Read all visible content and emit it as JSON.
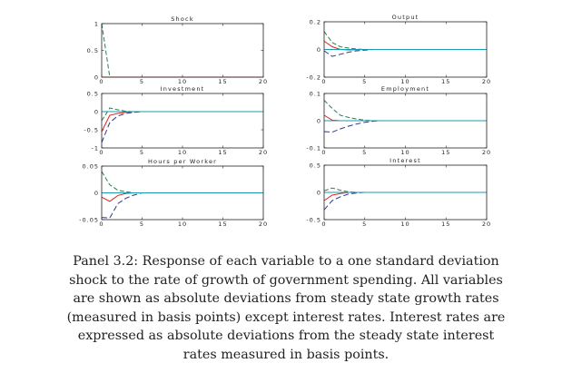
{
  "chart_data": [
    {
      "type": "line",
      "title": "Shock",
      "x_range": [
        0,
        20
      ],
      "xticks": [
        0,
        5,
        10,
        15,
        20
      ],
      "ylim": [
        0,
        1
      ],
      "yticks": [
        "0",
        "0.5",
        "1"
      ],
      "series": [
        {
          "name": "green",
          "color": "#2e7d4f",
          "values": [
            1,
            0,
            0,
            0,
            0,
            0,
            0,
            0,
            0,
            0,
            0,
            0,
            0,
            0,
            0,
            0,
            0,
            0,
            0,
            0,
            0
          ]
        },
        {
          "name": "red",
          "color": "#e02020",
          "values": [
            0,
            0,
            0,
            0,
            0,
            0,
            0,
            0,
            0,
            0,
            0,
            0,
            0,
            0,
            0,
            0,
            0,
            0,
            0,
            0,
            0
          ]
        }
      ]
    },
    {
      "type": "line",
      "title": "Output",
      "x_range": [
        0,
        20
      ],
      "xticks": [
        0,
        5,
        10,
        15,
        20
      ],
      "ylim": [
        -0.2,
        0.2
      ],
      "yticks": [
        "-0.2",
        "0",
        "0.2"
      ],
      "series": [
        {
          "name": "green",
          "color": "#2e7d4f",
          "values": [
            0.13,
            0.05,
            0.02,
            0.01,
            0.003,
            0,
            0,
            0,
            0,
            0,
            0,
            0,
            0,
            0,
            0,
            0,
            0,
            0,
            0,
            0,
            0
          ]
        },
        {
          "name": "red",
          "color": "#e02020",
          "values": [
            0.06,
            0.02,
            0,
            -0.003,
            -0.002,
            0,
            0,
            0,
            0,
            0,
            0,
            0,
            0,
            0,
            0,
            0,
            0,
            0,
            0,
            0,
            0
          ]
        },
        {
          "name": "blue",
          "color": "#2a3a8a",
          "values": [
            -0.01,
            -0.05,
            -0.035,
            -0.02,
            -0.01,
            -0.005,
            0,
            0,
            0,
            0,
            0,
            0,
            0,
            0,
            0,
            0,
            0,
            0,
            0,
            0,
            0
          ]
        },
        {
          "name": "cyan",
          "color": "#1a9bb0",
          "values": [
            0,
            0,
            0,
            0,
            0,
            0,
            0,
            0,
            0,
            0,
            0,
            0,
            0,
            0,
            0,
            0,
            0,
            0,
            0,
            0,
            0
          ]
        }
      ]
    },
    {
      "type": "line",
      "title": "Investment",
      "x_range": [
        0,
        20
      ],
      "xticks": [
        0,
        5,
        10,
        15,
        20
      ],
      "ylim": [
        -1,
        0.5
      ],
      "yticks": [
        "-1",
        "-0.5",
        "0",
        "0.5"
      ],
      "series": [
        {
          "name": "green",
          "color": "#2e7d4f",
          "values": [
            -0.25,
            0.1,
            0.05,
            0.01,
            0,
            0,
            0,
            0,
            0,
            0,
            0,
            0,
            0,
            0,
            0,
            0,
            0,
            0,
            0,
            0,
            0
          ]
        },
        {
          "name": "red",
          "color": "#e02020",
          "values": [
            -0.55,
            -0.1,
            -0.05,
            -0.02,
            0,
            0,
            0,
            0,
            0,
            0,
            0,
            0,
            0,
            0,
            0,
            0,
            0,
            0,
            0,
            0,
            0
          ]
        },
        {
          "name": "blue",
          "color": "#2a3a8a",
          "values": [
            -0.85,
            -0.3,
            -0.12,
            -0.05,
            -0.02,
            0,
            0,
            0,
            0,
            0,
            0,
            0,
            0,
            0,
            0,
            0,
            0,
            0,
            0,
            0,
            0
          ]
        },
        {
          "name": "cyan",
          "color": "#1a9bb0",
          "values": [
            0,
            0,
            0,
            0,
            0,
            0,
            0,
            0,
            0,
            0,
            0,
            0,
            0,
            0,
            0,
            0,
            0,
            0,
            0,
            0,
            0
          ]
        }
      ]
    },
    {
      "type": "line",
      "title": "Employment",
      "x_range": [
        0,
        20
      ],
      "xticks": [
        0,
        5,
        10,
        15,
        20
      ],
      "ylim": [
        -0.1,
        0.1
      ],
      "yticks": [
        "-0.1",
        "0",
        "0.1"
      ],
      "series": [
        {
          "name": "green",
          "color": "#2e7d4f",
          "values": [
            0.075,
            0.045,
            0.02,
            0.012,
            0.006,
            0.002,
            0,
            0,
            0,
            0,
            0,
            0,
            0,
            0,
            0,
            0,
            0,
            0,
            0,
            0,
            0
          ]
        },
        {
          "name": "red",
          "color": "#e02020",
          "values": [
            0.02,
            0.002,
            0,
            0,
            0,
            0,
            0,
            0,
            0,
            0,
            0,
            0,
            0,
            0,
            0,
            0,
            0,
            0,
            0,
            0,
            0
          ]
        },
        {
          "name": "blue",
          "color": "#2a3a8a",
          "values": [
            -0.04,
            -0.042,
            -0.03,
            -0.02,
            -0.012,
            -0.006,
            -0.002,
            0,
            0,
            0,
            0,
            0,
            0,
            0,
            0,
            0,
            0,
            0,
            0,
            0,
            0
          ]
        },
        {
          "name": "cyan",
          "color": "#1a9bb0",
          "values": [
            0,
            0,
            0,
            0,
            0,
            0,
            0,
            0,
            0,
            0,
            0,
            0,
            0,
            0,
            0,
            0,
            0,
            0,
            0,
            0,
            0
          ]
        }
      ]
    },
    {
      "type": "line",
      "title": "Hours per Worker",
      "x_range": [
        0,
        20
      ],
      "xticks": [
        0,
        5,
        10,
        15,
        20
      ],
      "ylim": [
        -0.05,
        0.05
      ],
      "yticks": [
        "-0.05",
        "0",
        "0.05"
      ],
      "series": [
        {
          "name": "green",
          "color": "#2e7d4f",
          "values": [
            0.04,
            0.015,
            0.005,
            0.002,
            0,
            0,
            0,
            0,
            0,
            0,
            0,
            0,
            0,
            0,
            0,
            0,
            0,
            0,
            0,
            0,
            0
          ]
        },
        {
          "name": "red",
          "color": "#e02020",
          "values": [
            -0.008,
            -0.016,
            -0.005,
            -0.001,
            0,
            0,
            0,
            0,
            0,
            0,
            0,
            0,
            0,
            0,
            0,
            0,
            0,
            0,
            0,
            0,
            0
          ]
        },
        {
          "name": "blue",
          "color": "#2a3a8a",
          "values": [
            -0.046,
            -0.047,
            -0.02,
            -0.01,
            -0.004,
            0,
            0,
            0,
            0,
            0,
            0,
            0,
            0,
            0,
            0,
            0,
            0,
            0,
            0,
            0,
            0
          ]
        },
        {
          "name": "cyan",
          "color": "#1a9bb0",
          "values": [
            0,
            0,
            0,
            0,
            0,
            0,
            0,
            0,
            0,
            0,
            0,
            0,
            0,
            0,
            0,
            0,
            0,
            0,
            0,
            0,
            0
          ]
        }
      ]
    },
    {
      "type": "line",
      "title": "Interest",
      "x_range": [
        0,
        20
      ],
      "xticks": [
        0,
        5,
        10,
        15,
        20
      ],
      "ylim": [
        -0.5,
        0.5
      ],
      "yticks": [
        "-0.5",
        "0",
        "0.5"
      ],
      "series": [
        {
          "name": "green",
          "color": "#2e7d4f",
          "values": [
            0.03,
            0.08,
            0.04,
            0.01,
            0,
            0,
            0,
            0,
            0,
            0,
            0,
            0,
            0,
            0,
            0,
            0,
            0,
            0,
            0,
            0,
            0
          ]
        },
        {
          "name": "red",
          "color": "#e02020",
          "values": [
            -0.15,
            -0.05,
            -0.02,
            0,
            0,
            0,
            0,
            0,
            0,
            0,
            0,
            0,
            0,
            0,
            0,
            0,
            0,
            0,
            0,
            0,
            0
          ]
        },
        {
          "name": "blue",
          "color": "#2a3a8a",
          "values": [
            -0.32,
            -0.15,
            -0.08,
            -0.03,
            -0.01,
            0,
            0,
            0,
            0,
            0,
            0,
            0,
            0,
            0,
            0,
            0,
            0,
            0,
            0,
            0,
            0
          ]
        },
        {
          "name": "cyan",
          "color": "#1a9bb0",
          "values": [
            0,
            0,
            0,
            0,
            0,
            0,
            0,
            0,
            0,
            0,
            0,
            0,
            0,
            0,
            0,
            0,
            0,
            0,
            0,
            0,
            0
          ]
        }
      ]
    }
  ],
  "caption": {
    "lines": [
      "Panel 3.2: Response of each variable to a one standard deviation",
      "shock to the rate of growth of government spending. All variables",
      "are shown as absolute deviations from steady state growth rates",
      "(measured in basis points) except interest rates. Interest rates are",
      "expressed as absolute deviations from the steady state interest",
      "rates measured in basis points."
    ]
  }
}
